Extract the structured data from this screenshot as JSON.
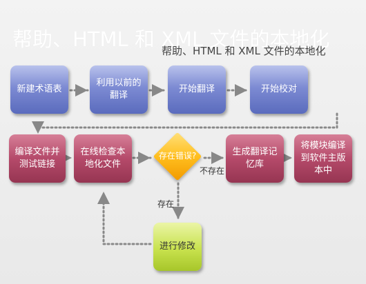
{
  "title": "帮助、HTML 和 XML 文件的本地化",
  "subtitle": "帮助、HTML 和 XML 文件的本地化",
  "steps": [
    "新建术语表",
    "利用以前的翻译",
    "开始翻译",
    "开始校对",
    "编译文件并测试链接",
    "在线检查本地化文件",
    "生成翻译记忆库",
    "将模块编译到软件主版本中",
    "进行修改"
  ],
  "decision": "存在错误?",
  "edge_labels": {
    "no": "不存在",
    "yes": "存在"
  },
  "colors": {
    "blue": "#7d8bd3",
    "red": "#b54a6a",
    "orange": "#ffbf1f",
    "green": "#c8e24e",
    "connector": "#888888"
  }
}
